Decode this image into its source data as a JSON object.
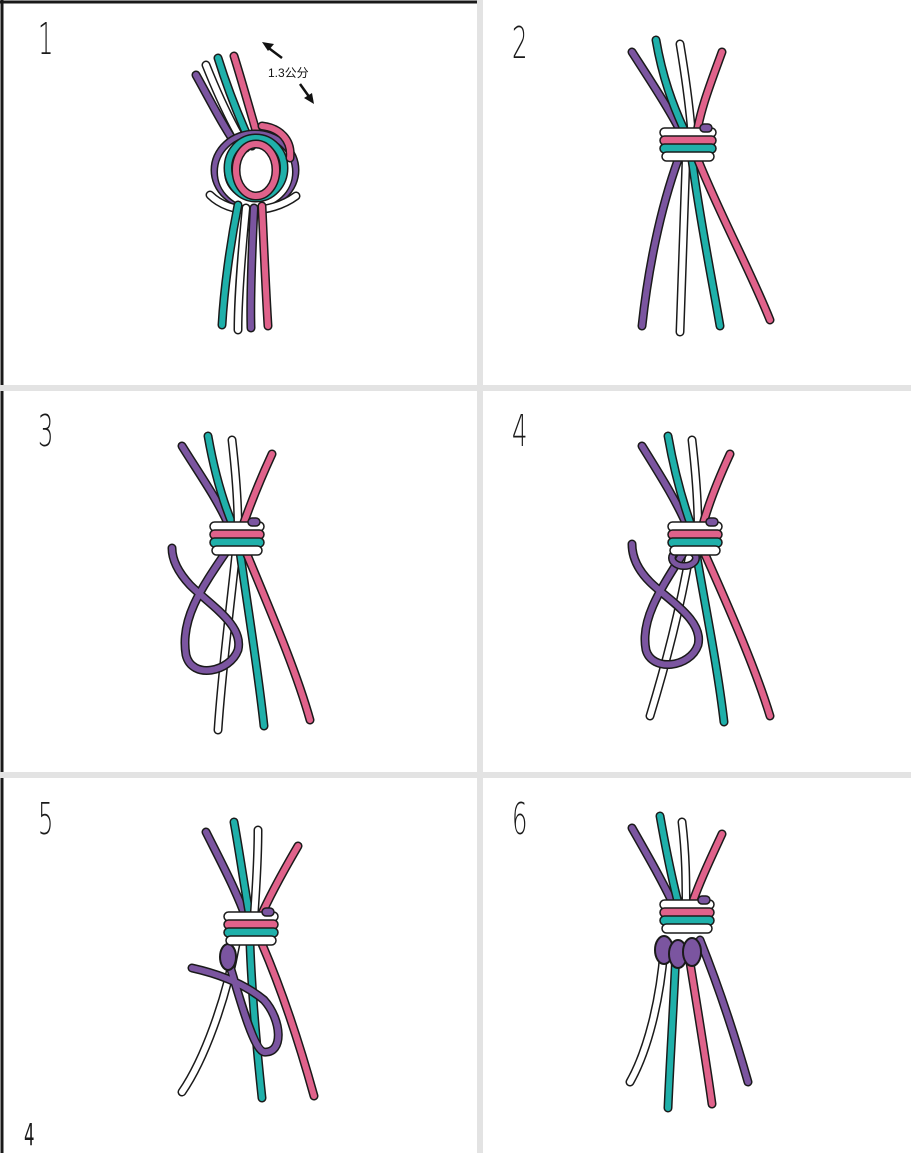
{
  "steps": [
    {
      "number": "1",
      "dimension_label": "1.3公分"
    },
    {
      "number": "2"
    },
    {
      "number": "3"
    },
    {
      "number": "4"
    },
    {
      "number": "5"
    },
    {
      "number": "6"
    }
  ],
  "page_number": "4",
  "colors": {
    "purple": "#7B55A0",
    "teal": "#1FB0AA",
    "pink": "#E0628B",
    "white": "#FFFFFF",
    "outline": "#1A1A1A",
    "grid_line": "#E3E3E3",
    "frame": "#1A1A1A"
  }
}
